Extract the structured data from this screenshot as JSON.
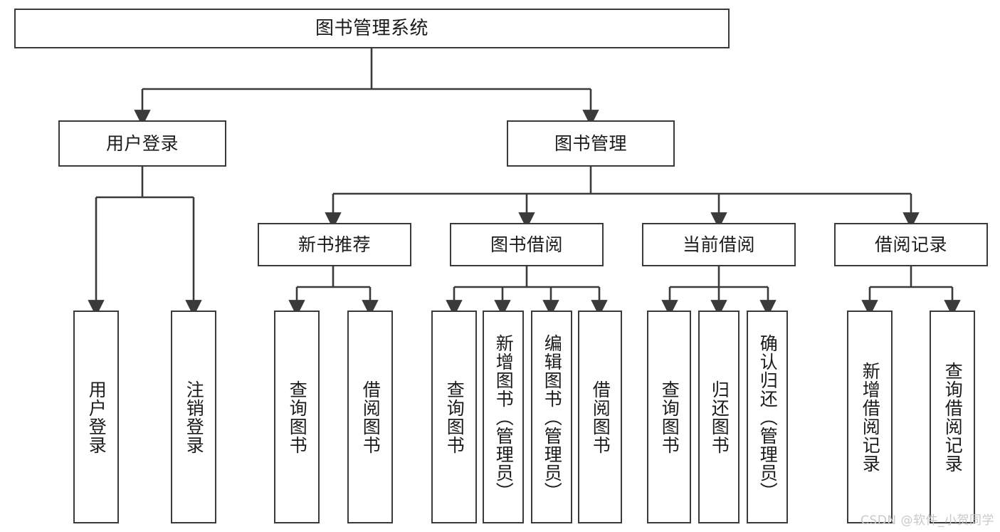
{
  "diagram": {
    "type": "tree-hierarchy",
    "title": "图书管理系统",
    "root": {
      "id": "root",
      "label": "图书管理系统"
    },
    "level2": [
      {
        "id": "user-login",
        "label": "用户登录"
      },
      {
        "id": "book-management",
        "label": "图书管理"
      }
    ],
    "level3": [
      {
        "id": "new-book-recommend",
        "label": "新书推荐",
        "parent": "book-management"
      },
      {
        "id": "book-borrow",
        "label": "图书借阅",
        "parent": "book-management"
      },
      {
        "id": "current-borrow",
        "label": "当前借阅",
        "parent": "book-management"
      },
      {
        "id": "borrow-record",
        "label": "借阅记录",
        "parent": "book-management"
      }
    ],
    "leaves": {
      "user-login": [
        {
          "id": "leaf-user-login",
          "label": "用户登录"
        },
        {
          "id": "leaf-user-logout",
          "label": "注销登录"
        }
      ],
      "new-book-recommend": [
        {
          "id": "leaf-query-book-1",
          "label": "查询图书"
        },
        {
          "id": "leaf-borrow-book-1",
          "label": "借阅图书"
        }
      ],
      "book-borrow": [
        {
          "id": "leaf-query-book-2",
          "label": "查询图书"
        },
        {
          "id": "leaf-add-book",
          "label": "新增图书（管理员）"
        },
        {
          "id": "leaf-edit-book",
          "label": "编辑图书（管理员）"
        },
        {
          "id": "leaf-borrow-book-2",
          "label": "借阅图书"
        }
      ],
      "current-borrow": [
        {
          "id": "leaf-query-book-3",
          "label": "查询图书"
        },
        {
          "id": "leaf-return-book",
          "label": "归还图书"
        },
        {
          "id": "leaf-confirm-return",
          "label": "确认归还（管理员）"
        }
      ],
      "borrow-record": [
        {
          "id": "leaf-add-record",
          "label": "新增借阅记录"
        },
        {
          "id": "leaf-query-record",
          "label": "查询借阅记录"
        }
      ]
    },
    "colors": {
      "stroke": "#3a3a3a",
      "background": "#ffffff",
      "text": "#1b1b1b",
      "watermark": "#c9c9c9"
    }
  },
  "watermark": {
    "text": "CSDN @软件_小贺同学"
  }
}
